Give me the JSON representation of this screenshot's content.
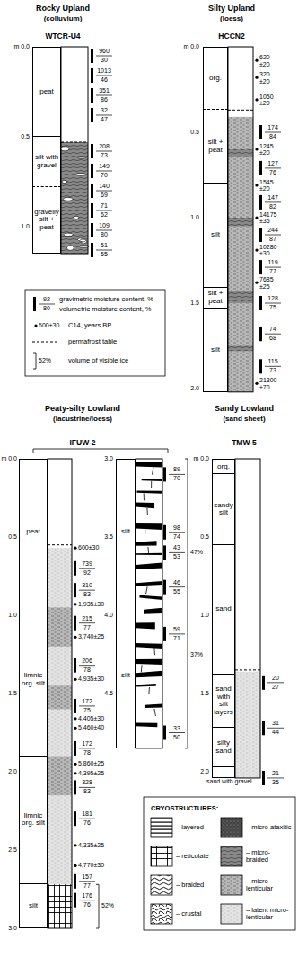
{
  "diagram": {
    "nodes": [
      {
        "text": [
          "peat"
        ]
      },
      {
        "text": [
          "silt with gravel"
        ]
      },
      {
        "text": [
          "gravelly silt + peat"
        ]
      },
      {
        "text": [
          "org."
        ]
      },
      {
        "text": [
          "silt + peat"
        ]
      },
      {
        "text": [
          "silt"
        ]
      },
      {
        "text": [
          "silt + peat"
        ]
      },
      {
        "text": [
          "silt"
        ]
      },
      {
        "text": [
          "peat"
        ]
      },
      {
        "text": [
          "limnic org. silt"
        ]
      },
      {
        "text": [
          "limnic org. silt"
        ]
      },
      {
        "text": [
          "silt"
        ]
      },
      {
        "text": [
          "silt",
          "silt"
        ]
      },
      {
        "text": [
          "org."
        ]
      },
      {
        "text": [
          "sandy silt"
        ]
      },
      {
        "text": [
          "sand"
        ]
      },
      {
        "text": [
          "sand with silt layers"
        ]
      },
      {
        "text": [
          "silty sand"
        ]
      },
      {
        "text": [
          "sand with gravel"
        ]
      }
    ],
    "labels": [
      "Rocky Upland",
      "(colluvium)",
      "WTCR-U4",
      "m 0.0",
      "0.5",
      "1.0",
      "960",
      "30",
      "1013",
      "46",
      "351",
      "86",
      "32",
      "47",
      "208",
      "73",
      "149",
      "70",
      "140",
      "69",
      "71",
      "62",
      "109",
      "80",
      "51",
      "55",
      "Silty Upland",
      "(loess)",
      "HCCN2",
      "m 0.0",
      "0.5",
      "1.0",
      "1.5",
      "2.0",
      "620 ±20",
      "320 ±20",
      "1050 ±20",
      "174",
      "84",
      "1245 ±20",
      "127",
      "76",
      "1545 ±20",
      "147",
      "82",
      "14175 ±35",
      "244",
      "87",
      "10280 ±30",
      "119",
      "77",
      "7685 ±25",
      "128",
      "75",
      "74",
      "68",
      "115",
      "73",
      "21300 ±70",
      "92",
      "80",
      "600±30",
      "52%",
      "Peaty-silty Lowland",
      "(lacustrine/loess)",
      "IFUW-2",
      "m 0.0",
      "0.5",
      "1.0",
      "1.5",
      "2.0",
      "2.5",
      "3.0",
      "600±30",
      "739",
      "92",
      "310",
      "83",
      "1,935±30",
      "215",
      "77",
      "3,740±25",
      "206",
      "78",
      "4,935±30",
      "172",
      "75",
      "4,405±30",
      "5,460±40",
      "172",
      "78",
      "5,860±25",
      "4,395±25",
      "328",
      "83",
      "181",
      "76",
      "4,335±25",
      "4,770±30",
      "157",
      "77",
      "176",
      "76",
      "52%",
      "3.0",
      "3.5",
      "4.0",
      "4.5",
      "89",
      "70",
      "98",
      "74",
      "43",
      "53",
      "46",
      "55",
      "59",
      "71",
      "33",
      "50",
      "47%",
      "37%",
      "Sandy Lowland",
      "(sand sheet)",
      "TMW-5",
      "m 0.0",
      "0.5",
      "1.0",
      "1.5",
      "2.0",
      "20",
      "27",
      "31",
      "44",
      "21",
      "35",
      "CRYOSTRUCTURES:"
    ],
    "legend": [
      {
        "text": "gravimetric moisture content, %"
      },
      {
        "text": "volumetric moisture content, %"
      },
      {
        "text": "C14, years BP"
      },
      {
        "text": "permafrost table"
      },
      {
        "text": "volume of visible ice"
      },
      {
        "text": "– layered"
      },
      {
        "text": "– reticulate"
      },
      {
        "text": "– braided"
      },
      {
        "text": "– crustal"
      },
      {
        "text": "– micro-ataxitic"
      },
      {
        "text": "– micro-braided"
      },
      {
        "text": "– micro-lenticular"
      },
      {
        "text": "– latent micro-lenticular"
      }
    ]
  }
}
